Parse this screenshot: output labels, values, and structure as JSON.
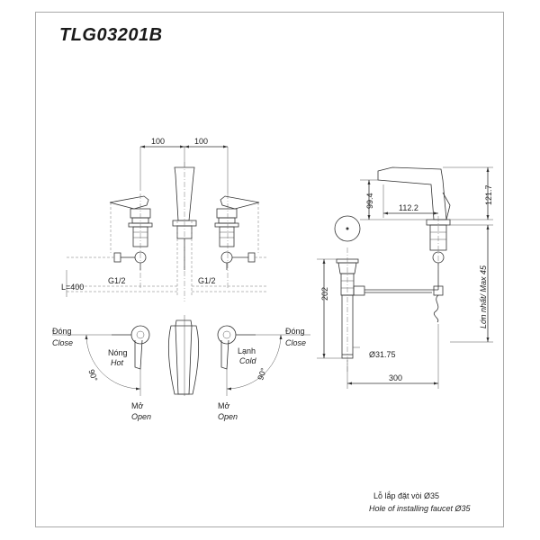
{
  "title": "TLG03201B",
  "dimensions": {
    "spacing_left": "100",
    "spacing_right": "100",
    "hose_length": "L=400",
    "thread_left": "G1/2",
    "thread_right": "G1/2",
    "spout_height": "99.4",
    "spout_reach": "112.2",
    "total_height": "121.7",
    "drain_height": "202",
    "drain_diameter": "Ø31.75",
    "drain_rod": "300",
    "max_thickness": "Lớn nhất/ Max 45"
  },
  "labels": {
    "close_left_vi": "Đóng",
    "close_left_en": "Close",
    "close_right_vi": "Đóng",
    "close_right_en": "Close",
    "hot_vi": "Nóng",
    "hot_en": "Hot",
    "cold_vi": "Lạnh",
    "cold_en": "Cold",
    "open_left_vi": "Mở",
    "open_left_en": "Open",
    "open_right_vi": "Mở",
    "open_right_en": "Open",
    "angle_left": "90°",
    "angle_right": "90°"
  },
  "footnote": {
    "line1": "Lỗ lắp đặt vòi Ø35",
    "line2": "Hole of installing faucet Ø35"
  }
}
